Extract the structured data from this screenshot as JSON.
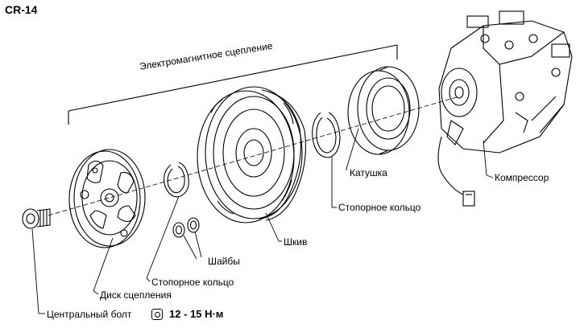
{
  "page_code": "CR-14",
  "labels": {
    "electromagnetic_clutch": "Электромагнитное сцепление",
    "coil": "Катушка",
    "compressor": "Компрессор",
    "snap_ring_right": "Стопорное кольцо",
    "pulley": "Шкив",
    "washers": "Шайбы",
    "snap_ring_left": "Стопорное кольцо",
    "clutch_disc": "Диск сцепления",
    "center_bolt": "Центральный болт",
    "torque": "12 - 15 Н·м"
  },
  "icons": {
    "torque_icon": "torque-wrench-icon"
  }
}
